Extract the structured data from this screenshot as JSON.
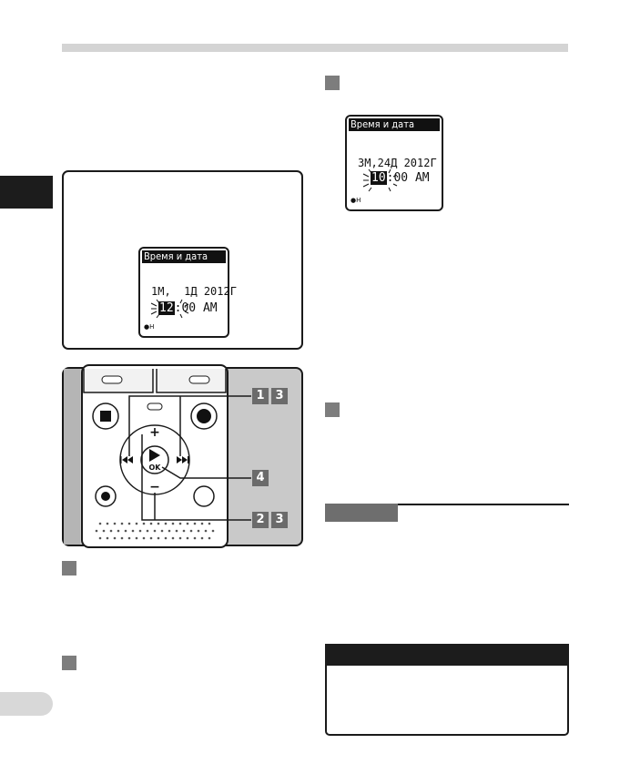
{
  "screen_example": {
    "title": "Время и дата",
    "date_prefix": "1М,",
    "date_suffix": "1Д 2012Г",
    "hour": "12",
    "time_rest": ":00 AM",
    "mic_indicator": "H"
  },
  "screen_step": {
    "title": "Время и дата",
    "date": "3М,24Д 2012Г",
    "hour": "10",
    "time_rest": ":00 AM",
    "mic_indicator": "H"
  },
  "callouts": {
    "c1": "1",
    "c3a": "3",
    "c4": "4",
    "c2": "2",
    "c3b": "3"
  },
  "device_labels": {
    "plus": "+",
    "minus": "−",
    "ok": "OK"
  },
  "colors": {
    "panel": "#c9c9c9",
    "badge": "#6b6b6b",
    "dark": "#1c1c1c"
  }
}
